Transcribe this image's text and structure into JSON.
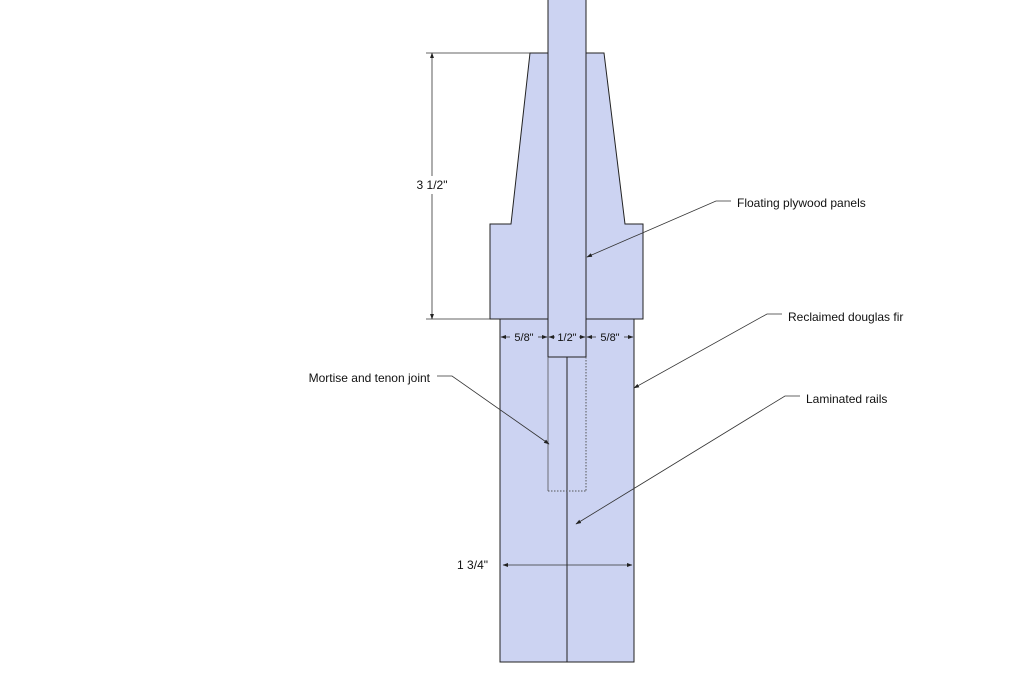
{
  "colors": {
    "wood_fill": "#ccd3f2",
    "outline": "#222222",
    "dim_line": "#333333"
  },
  "callouts": {
    "floating_panels": "Floating plywood panels",
    "douglas_fir": "Reclaimed douglas fir",
    "laminated_rails": "Laminated rails",
    "mortise_tenon": "Mortise and tenon joint"
  },
  "dimensions": {
    "height": "3 1/2\"",
    "left_width": "5/8\"",
    "center_width": "1/2\"",
    "right_width": "5/8\"",
    "total_width": "1 3/4\""
  }
}
